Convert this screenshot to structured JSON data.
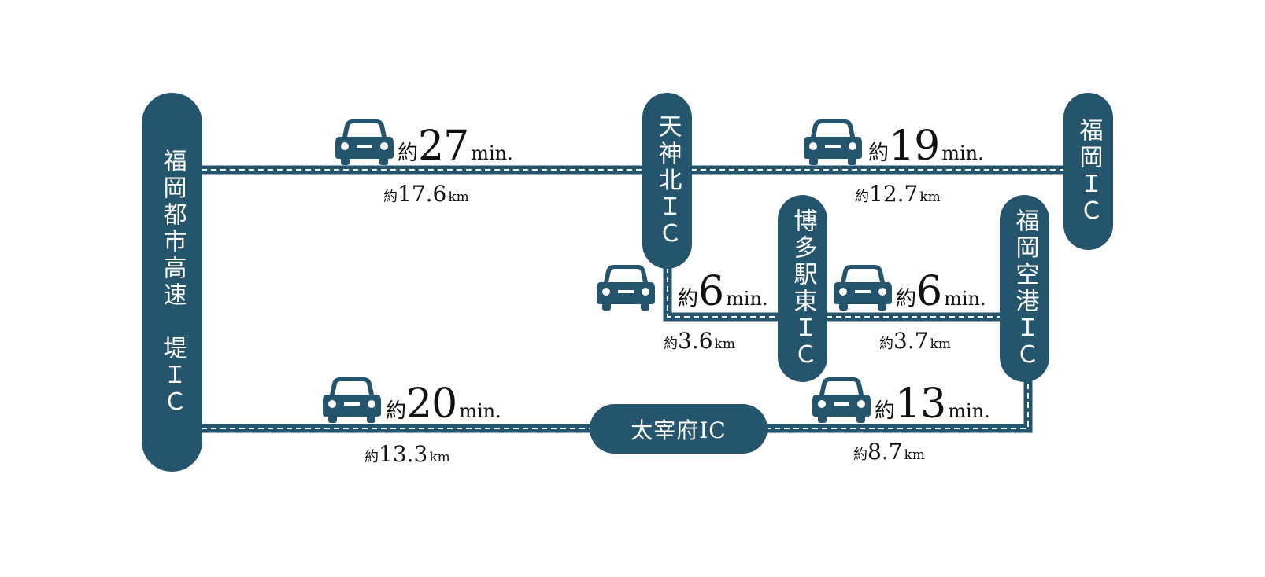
{
  "nodes": {
    "dazaifu_tsutsumi": "福岡都市高速　堤ＩＣ",
    "tenjinkita": "天神北ＩＣ",
    "fukuoka": "福岡ＩＣ",
    "hakataeki_higashi": "博多駅東ＩＣ",
    "fukuoka_kuko": "福岡空港ＩＣ",
    "dazaifu": "太宰府IC"
  },
  "routes": [
    {
      "id": "tsutsumi-tenjinkita",
      "time_prefix": "約",
      "time": "27",
      "time_unit": "min.",
      "dist_prefix": "約",
      "distance": "17.6",
      "dist_unit": "km"
    },
    {
      "id": "tenjinkita-fukuoka",
      "time_prefix": "約",
      "time": "19",
      "time_unit": "min.",
      "dist_prefix": "約",
      "distance": "12.7",
      "dist_unit": "km"
    },
    {
      "id": "tenjinkita-hakataekihigashi",
      "time_prefix": "約",
      "time": "6",
      "time_unit": "min.",
      "dist_prefix": "約",
      "distance": "3.6",
      "dist_unit": "km"
    },
    {
      "id": "hakataekihigashi-fukuokakuko",
      "time_prefix": "約",
      "time": "6",
      "time_unit": "min.",
      "dist_prefix": "約",
      "distance": "3.7",
      "dist_unit": "km"
    },
    {
      "id": "tsutsumi-dazaifu",
      "time_prefix": "約",
      "time": "20",
      "time_unit": "min.",
      "dist_prefix": "約",
      "distance": "13.3",
      "dist_unit": "km"
    },
    {
      "id": "dazaifu-fukuokakuko",
      "time_prefix": "約",
      "time": "13",
      "time_unit": "min.",
      "dist_prefix": "約",
      "distance": "8.7",
      "dist_unit": "km"
    }
  ],
  "icons": {
    "car": "car-icon"
  },
  "colors": {
    "road": "#25546d",
    "road_dash": "#ffffff",
    "node": "#25546d",
    "node_text": "#ffffff",
    "text": "#111111"
  }
}
